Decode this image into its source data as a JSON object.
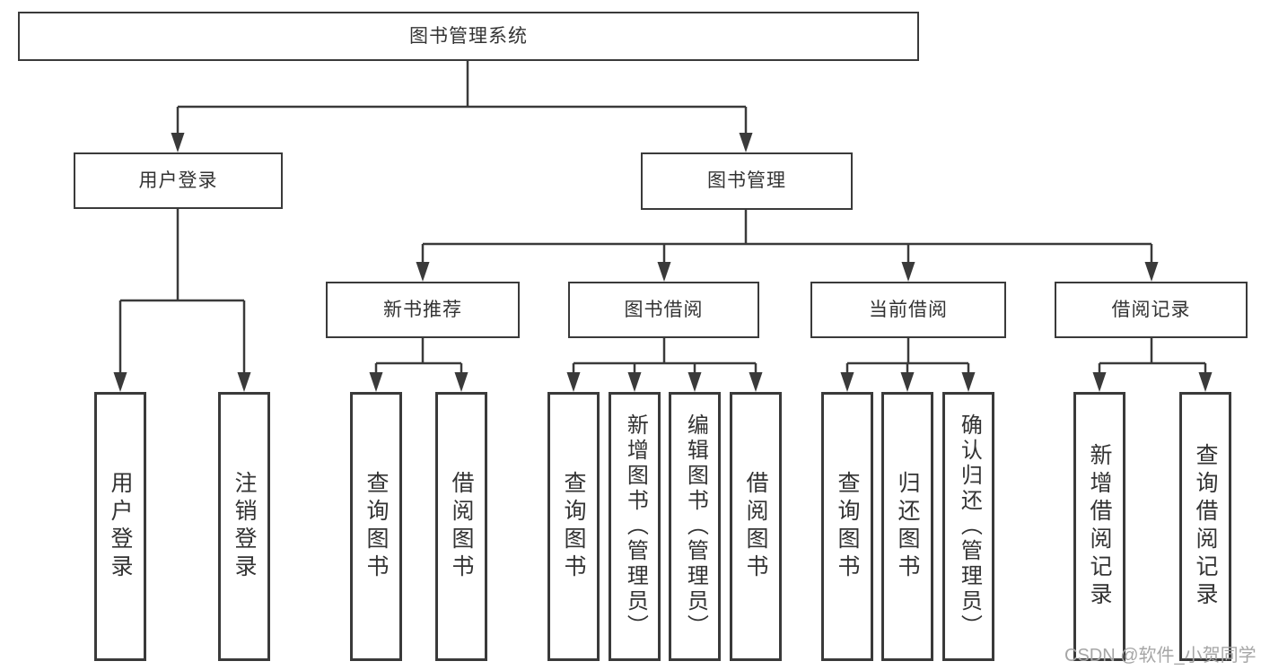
{
  "diagram_title": "图书管理系统",
  "colors": {
    "line": "#3a3a3a",
    "text": "#333333",
    "background": "#ffffff",
    "watermark": "#a6a6a6"
  },
  "watermark": {
    "text": "CSDN @软件_小贺同学"
  },
  "nodes": {
    "root": {
      "label": "图书管理系统"
    },
    "user_login": {
      "label": "用户登录",
      "children": [
        "用户登录",
        "注销登录"
      ]
    },
    "book_management": {
      "label": "图书管理"
    },
    "new_book_recommend": {
      "label": "新书推荐",
      "children": [
        "查询图书",
        "借阅图书"
      ]
    },
    "book_borrowing": {
      "label": "图书借阅",
      "children": [
        "查询图书",
        "新增图书（管理员）",
        "编辑图书（管理员）",
        "借阅图书"
      ]
    },
    "current_borrowing": {
      "label": "当前借阅",
      "children": [
        "查询图书",
        "归还图书",
        "确认归还（管理员）"
      ]
    },
    "borrowing_records": {
      "label": "借阅记录",
      "children": [
        "新增借阅记录",
        "查询借阅记录"
      ]
    }
  }
}
